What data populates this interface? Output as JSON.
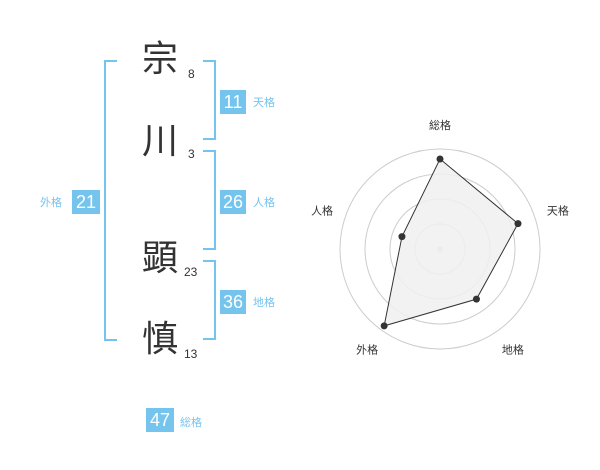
{
  "name": {
    "chars": [
      {
        "char": "宗",
        "strokes": "8"
      },
      {
        "char": "川",
        "strokes": "3"
      },
      {
        "char": "顕",
        "strokes": "23"
      },
      {
        "char": "慎",
        "strokes": "13"
      }
    ]
  },
  "kaku": {
    "tenkaku": {
      "value": "11",
      "label": "天格"
    },
    "jinkaku": {
      "value": "26",
      "label": "人格"
    },
    "chikaku": {
      "value": "36",
      "label": "地格"
    },
    "gaikaku": {
      "value": "21",
      "label": "外格"
    },
    "soukaku": {
      "value": "47",
      "label": "総格"
    }
  },
  "chart_data": {
    "type": "radar",
    "axes": [
      "総格",
      "天格",
      "地格",
      "外格",
      "人格"
    ],
    "values": [
      0.9,
      0.82,
      0.62,
      0.95,
      0.4
    ],
    "rings": 4,
    "colors": {
      "fill": "#f0f0f0",
      "stroke": "#333333",
      "grid": "#cccccc",
      "accent": "#74c4ee"
    }
  }
}
